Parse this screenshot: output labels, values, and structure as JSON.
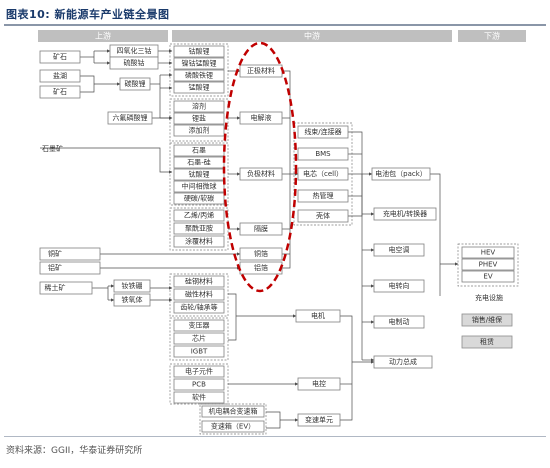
{
  "title": "图表10:  新能源车产业链全景图",
  "source": "资料来源：GGII，华泰证券研究所",
  "colors": {
    "title": "#1a3a6b",
    "header": "#bfbfbf",
    "highlight_ellipse": "#c00000",
    "grey_box": "#d9d9d9"
  },
  "headers": {
    "upstream": "上游",
    "midstream": "中游",
    "downstream": "下游"
  },
  "raw": {
    "ore1": "矿石",
    "salt_lake": "盐湖",
    "ore2": "矿石",
    "graphite_ore": "石墨矿",
    "copper_ore": "铜矿",
    "aluminum_ore": "铝矿",
    "rare_earth_ore": "稀土矿"
  },
  "inter": {
    "co3o4": "四氧化三钴",
    "coso4": "硫酸钴",
    "li2co3": "碳酸锂",
    "lipf6": "六氟磷酸锂",
    "ndfeb": "钕铁硼",
    "ferrite": "铁氧体"
  },
  "mat": {
    "lco": "钴酸锂",
    "ncm": "镍钴锰酸锂",
    "lfp": "磷酸铁锂",
    "lmo": "锰酸锂",
    "solvent": "溶剂",
    "lithium_salt": "锂盐",
    "additive": "添加剂",
    "graphite": "石墨",
    "graphite_si": "石墨-硅",
    "lto": "钛酸锂",
    "mcmb": "中间相微球",
    "hard_soft_carbon": "硬碳/软碳",
    "pe_pp": "乙烯/丙烯",
    "pi": "聚酰亚胺",
    "coating": "涂覆材料",
    "silicon_steel": "硅钢材料",
    "magnetic": "磁性材料",
    "gear_bearing": "齿轮/轴承等",
    "transformer": "变压器",
    "chip": "芯片",
    "igbt": "IGBT",
    "electronic": "电子元件",
    "pcb": "PCB",
    "software": "软件",
    "electromech": "机电耦合变速箱",
    "ev_gearbox": "变速箱（EV）"
  },
  "comp": {
    "cathode": "正极材料",
    "electrolyte": "电解液",
    "anode": "负极材料",
    "separator": "隔膜",
    "copper_foil": "铜箔",
    "aluminum_foil": "铝箔",
    "wiring": "线束/连接器",
    "bms": "BMS",
    "cell": "电芯（cell）",
    "thermal": "热管理",
    "housing": "壳体",
    "battery_pack": "电池包（pack）",
    "charger": "充电机/转换器",
    "ac": "电空调",
    "steering": "电转向",
    "braking": "电制动",
    "motor": "电机",
    "controller": "电控",
    "transmission": "变速单元",
    "powertrain": "动力总成"
  },
  "down": {
    "hev": "HEV",
    "phev": "PHEV",
    "ev": "EV",
    "charging": "充电设施",
    "sales": "销售/维保",
    "rental": "租赁"
  }
}
